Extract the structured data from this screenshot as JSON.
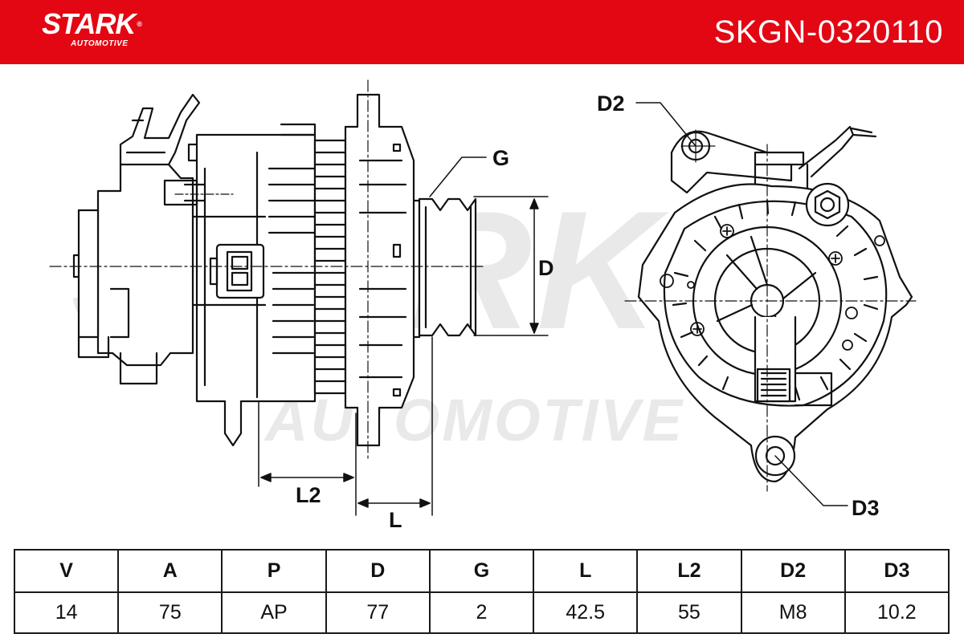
{
  "brand": {
    "name": "STARK",
    "reg_mark": "®",
    "sub": "AUTOMOTIVE"
  },
  "part_number": "SKGN-0320110",
  "watermark": {
    "main": "STARK",
    "sub": "AUTOMOTIVE"
  },
  "dimension_labels": {
    "d2": "D2",
    "g": "G",
    "d": "D",
    "l2": "L2",
    "l": "L",
    "d3": "D3"
  },
  "specs": {
    "headers": [
      "V",
      "A",
      "P",
      "D",
      "G",
      "L",
      "L2",
      "D2",
      "D3"
    ],
    "values": [
      "14",
      "75",
      "AP",
      "77",
      "2",
      "42.5",
      "55",
      "M8",
      "10.2"
    ]
  },
  "colors": {
    "brand_red": "#e30613",
    "line": "#111111",
    "watermark": "#e9e9e9"
  }
}
